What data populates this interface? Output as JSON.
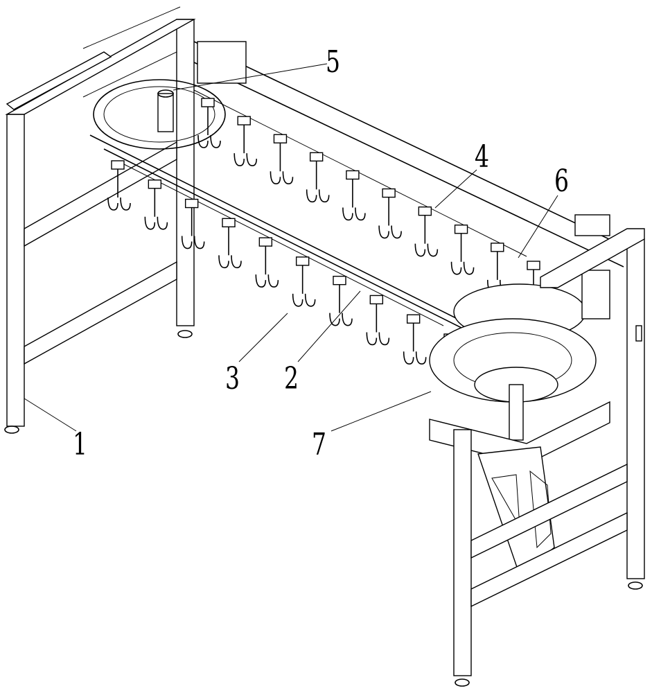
{
  "figure": {
    "reference_numerals": [
      {
        "id": "1",
        "label": "1"
      },
      {
        "id": "2",
        "label": "2"
      },
      {
        "id": "3",
        "label": "3"
      },
      {
        "id": "4",
        "label": "4"
      },
      {
        "id": "5",
        "label": "5"
      },
      {
        "id": "6",
        "label": "6"
      },
      {
        "id": "7",
        "label": "7"
      }
    ]
  },
  "style": {
    "line_color": "#000000",
    "background": "#ffffff"
  }
}
